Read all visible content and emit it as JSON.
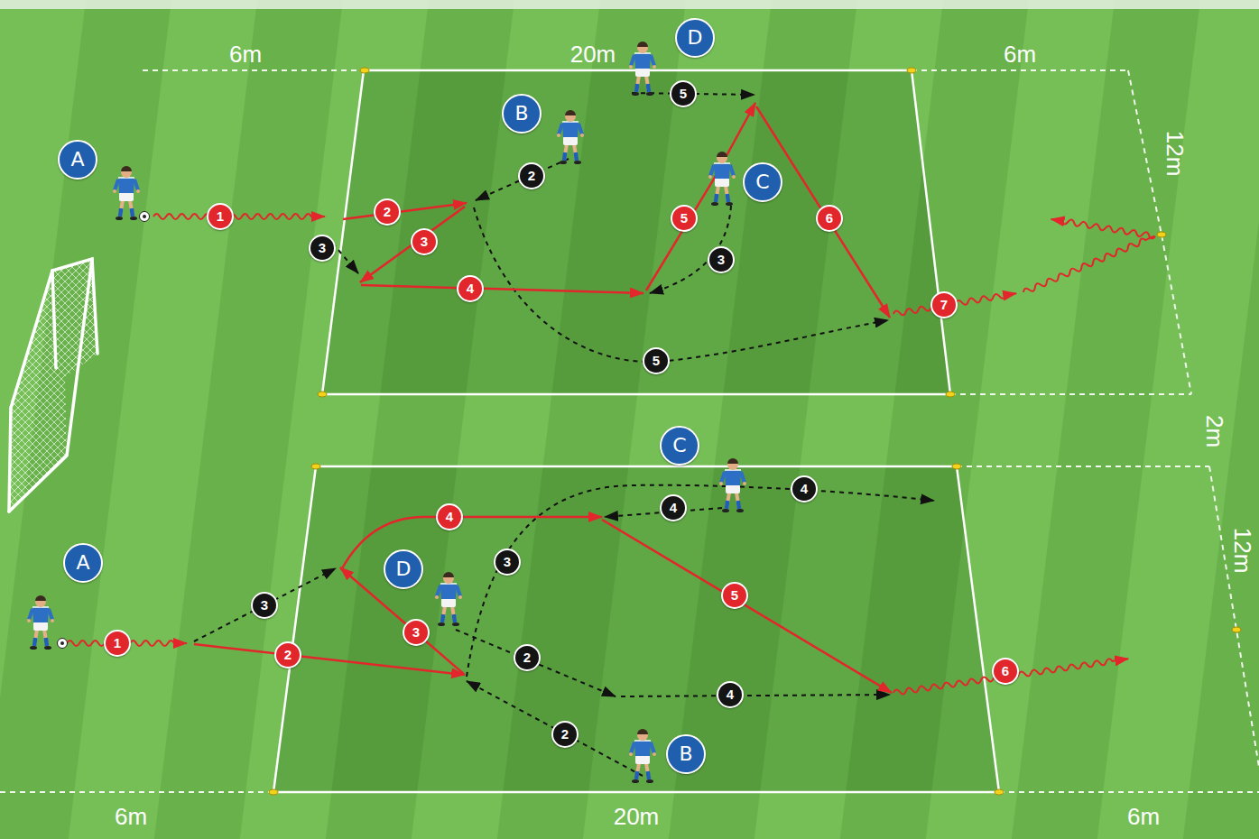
{
  "diagram": {
    "nodes": [
      {
        "text": [
          "D"
        ]
      },
      {
        "text": [
          "B"
        ]
      },
      {
        "text": [
          "A"
        ]
      },
      {
        "text": [
          "C"
        ]
      },
      {
        "text": [
          "C"
        ]
      },
      {
        "text": [
          "A"
        ]
      },
      {
        "text": [
          "D"
        ]
      },
      {
        "text": [
          "B"
        ]
      }
    ],
    "labels": [
      "6m",
      "20m",
      "6m",
      "12m",
      "5",
      "2",
      "1",
      "2",
      "5",
      "6",
      "3",
      "3",
      "3",
      "4",
      "7",
      "5",
      "2m",
      "4",
      "4",
      "4",
      "12m",
      "3",
      "5",
      "3",
      "3",
      "1",
      "2",
      "2",
      "6",
      "4",
      "2",
      "6m",
      "20m",
      "6m"
    ]
  }
}
